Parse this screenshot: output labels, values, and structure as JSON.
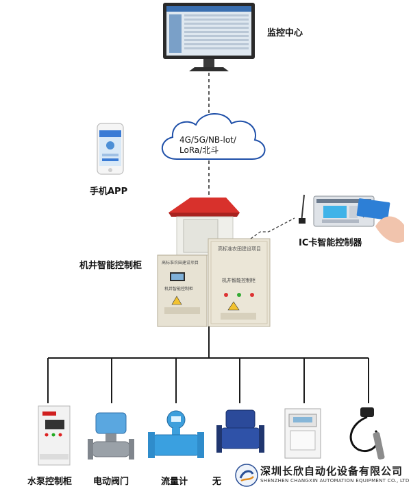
{
  "labels": {
    "monitor_center": "监控中心",
    "network": [
      "4G/5G/NB-lot/",
      "LoRa/北斗"
    ],
    "mobile_app": "手机APP",
    "ic_controller": "IC卡智能控制器",
    "cabinet": "机井智能控制柜",
    "cab_front_title": "高标准农田建设项目",
    "cab_back_title": "高标准农田建设项目",
    "cab_front_name": "机井智能控制柜",
    "cab_back_name": "机井智能控制柜"
  },
  "devices": [
    {
      "label": "水泵控制柜"
    },
    {
      "label": "电动阀门"
    },
    {
      "label": "流量计"
    },
    {
      "label": "无"
    }
  ],
  "brand": {
    "cn": "深圳长欣自动化设备有限公司",
    "en": "SHENZHEN CHANGXIN AUTOMATION EQUIPMENT CO., LTD"
  },
  "colors": {
    "line": "#1a1a1a",
    "roof": "#d8312c",
    "cabinet": "#e8e3d6",
    "valve_blue": "#4a9fd8",
    "meter_blue": "#2b4a9a"
  }
}
